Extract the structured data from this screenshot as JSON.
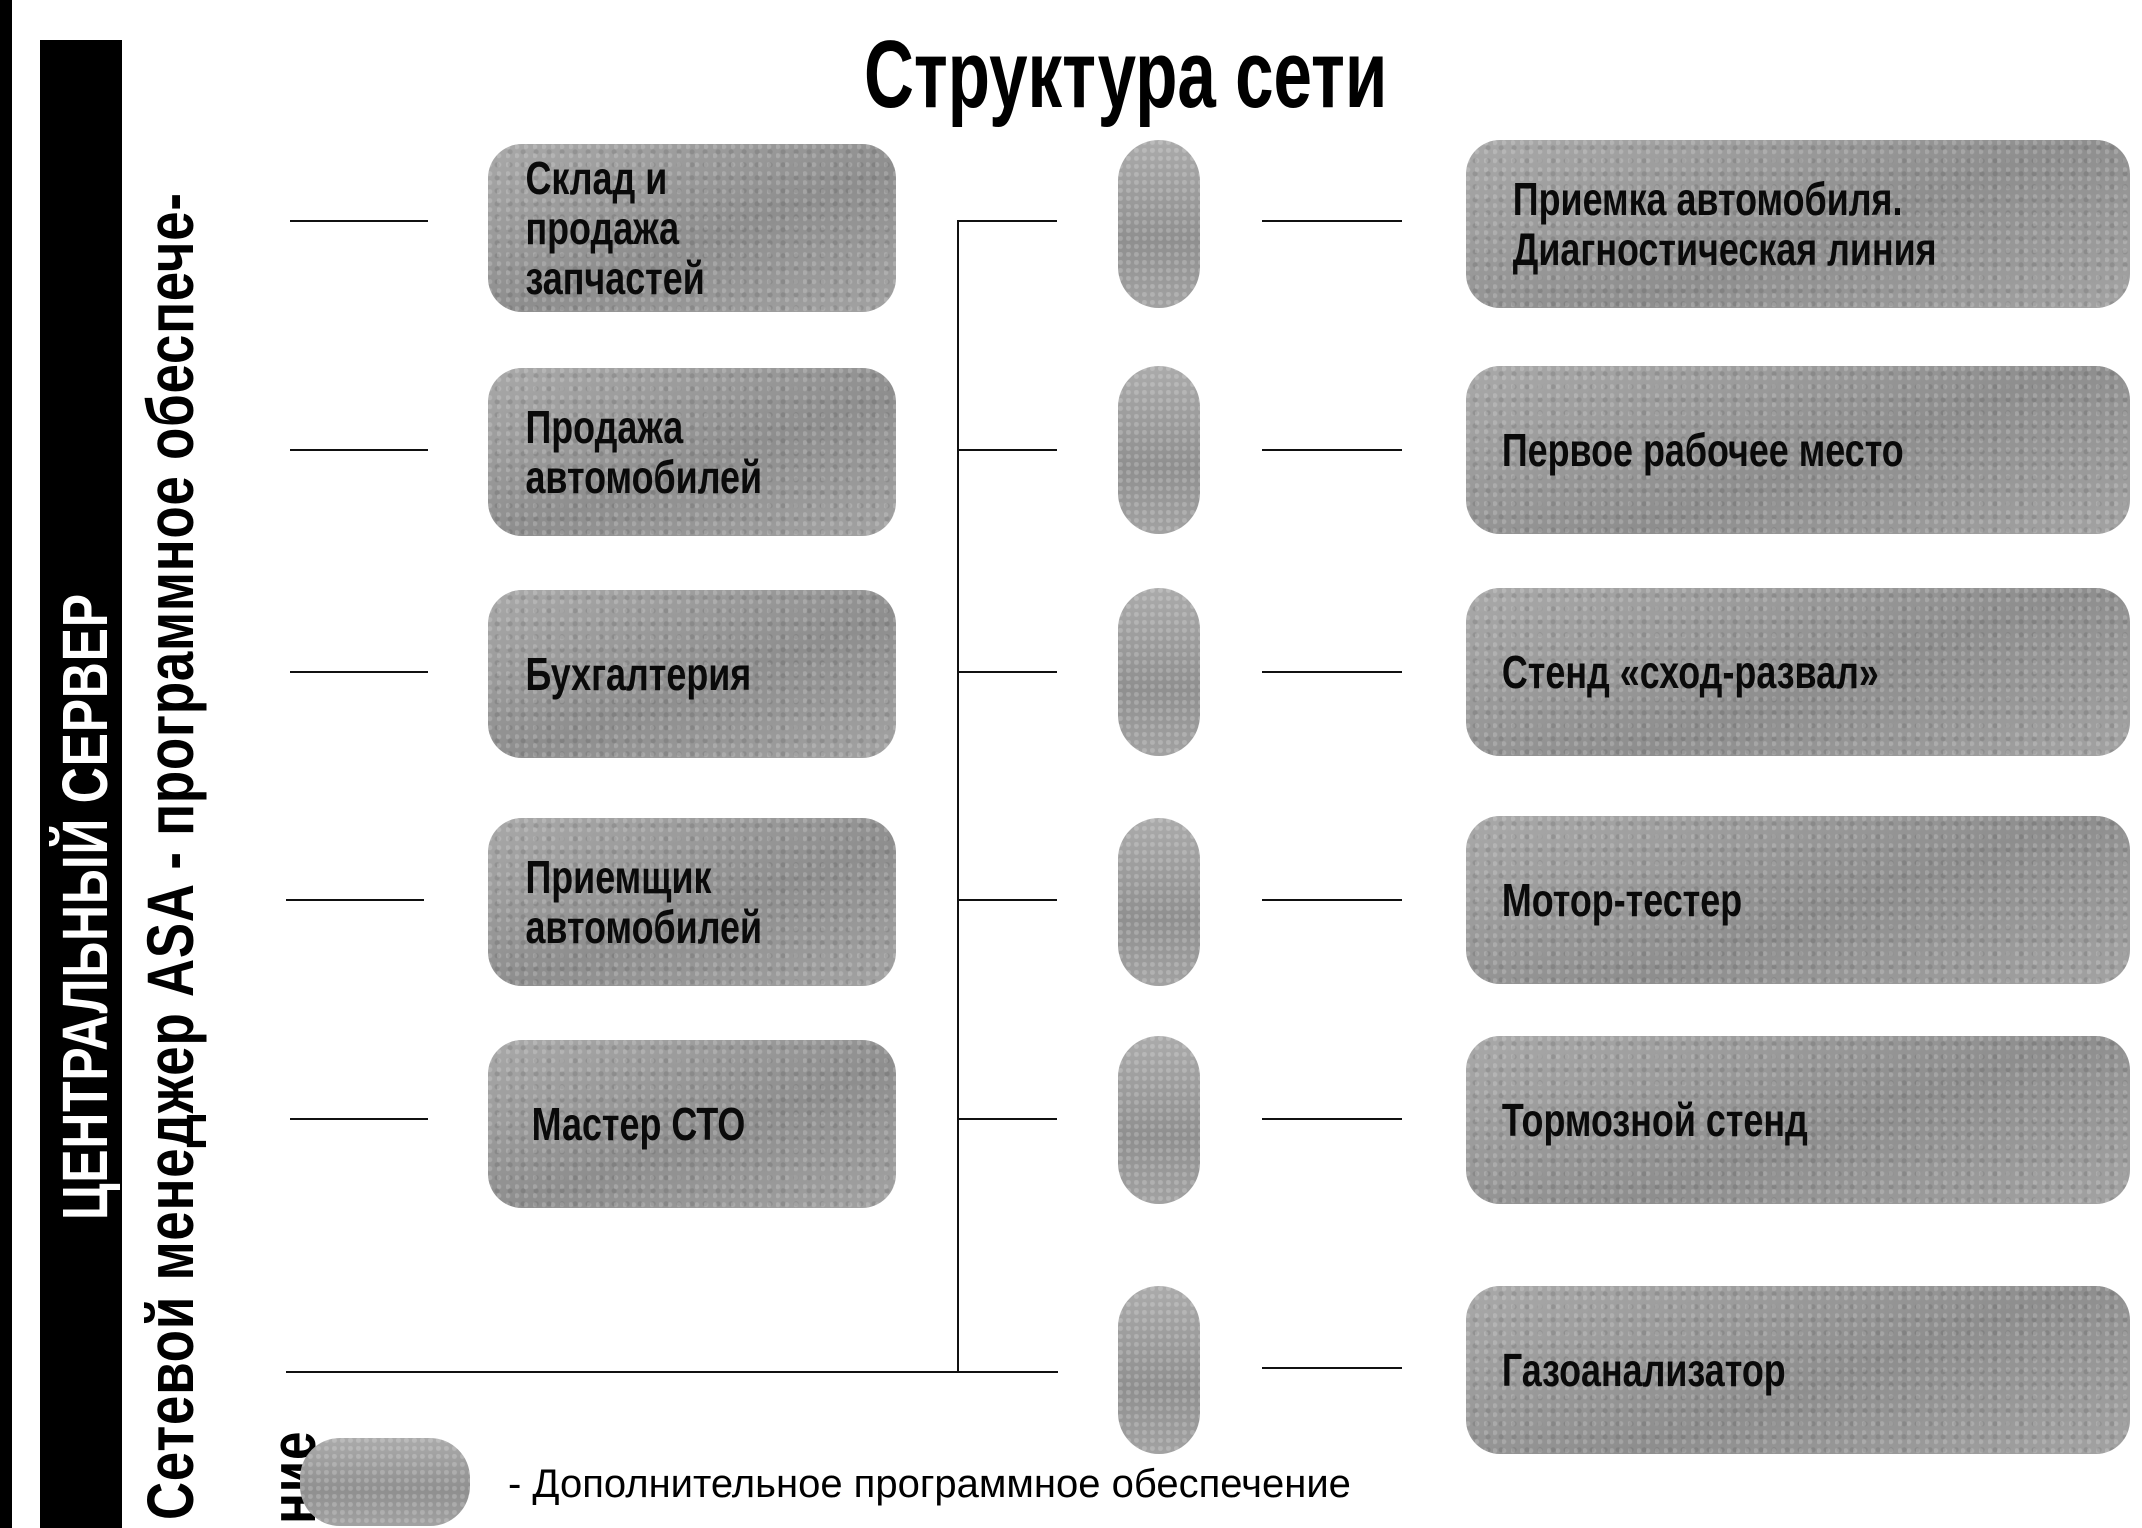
{
  "title": "Структура сети",
  "server_label": "ЦЕНТРАЛЬНЫЙ СЕРВЕР",
  "manager_label": "Сетевой менеджер ASA - программное обеспече-",
  "manager_label_cont": "ние",
  "left_nodes": [
    {
      "label": "Склад и продажа\nзапчастей"
    },
    {
      "label": "Продажа\nавтомобилей"
    },
    {
      "label": "Бухгалтерия"
    },
    {
      "label": "Приемщик\nавтомобилей"
    },
    {
      "label": "Мастер СТО"
    }
  ],
  "right_nodes": [
    {
      "label": "Приемка автомобиля.\nДиагностическая линия"
    },
    {
      "label": "Первое рабочее место"
    },
    {
      "label": "Стенд «сход-развал»"
    },
    {
      "label": "Мотор-тестер"
    },
    {
      "label": "Тормозной стенд"
    },
    {
      "label": "Газоанализатор"
    }
  ],
  "legend": {
    "text": "- Дополнительное программное обеспечение"
  },
  "colors": {
    "node_fill": "#9a9a9a",
    "line": "#111111",
    "server_bar": "#000000"
  }
}
